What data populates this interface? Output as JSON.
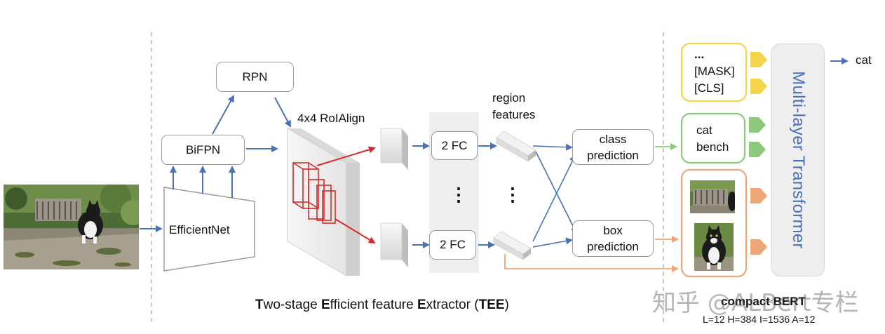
{
  "stages": {
    "rpn": "RPN",
    "bifpn": "BiFPN",
    "efficientnet": "EfficientNet",
    "roialign": "4x4 RoIAlign",
    "fc_top": "2 FC",
    "fc_bottom": "2 FC",
    "region_features_line1": "region",
    "region_features_line2": "features",
    "class_pred_line1": "class",
    "class_pred_line2": "prediction",
    "box_pred_line1": "box",
    "box_pred_line2": "prediction",
    "vertical_dots": "⋮"
  },
  "tokens": {
    "special": [
      "...",
      "[MASK]",
      "[CLS]"
    ],
    "words": [
      "cat",
      "bench"
    ]
  },
  "transformer": {
    "label": "Multi-layer Transformer",
    "output_label": "cat"
  },
  "caption": {
    "prefix_1": "T",
    "text_1": "wo-stage ",
    "prefix_2": "E",
    "text_2": "fficient feature ",
    "prefix_3": "E",
    "text_3": "xtractor (",
    "abbrev": "TEE",
    "suffix": ")"
  },
  "bert": {
    "name": "compact BERT",
    "config": "L=12 H=384 I=1536 A=12"
  },
  "watermark": "知乎 @ALBert专栏",
  "colors": {
    "blue_arrow": "#4a72b8",
    "red_box": "#d62a2a",
    "yellow_token": "#f5d34a",
    "green_token": "#8cc97a",
    "orange_token": "#eea777",
    "transformer_bg": "#eeeeee"
  }
}
